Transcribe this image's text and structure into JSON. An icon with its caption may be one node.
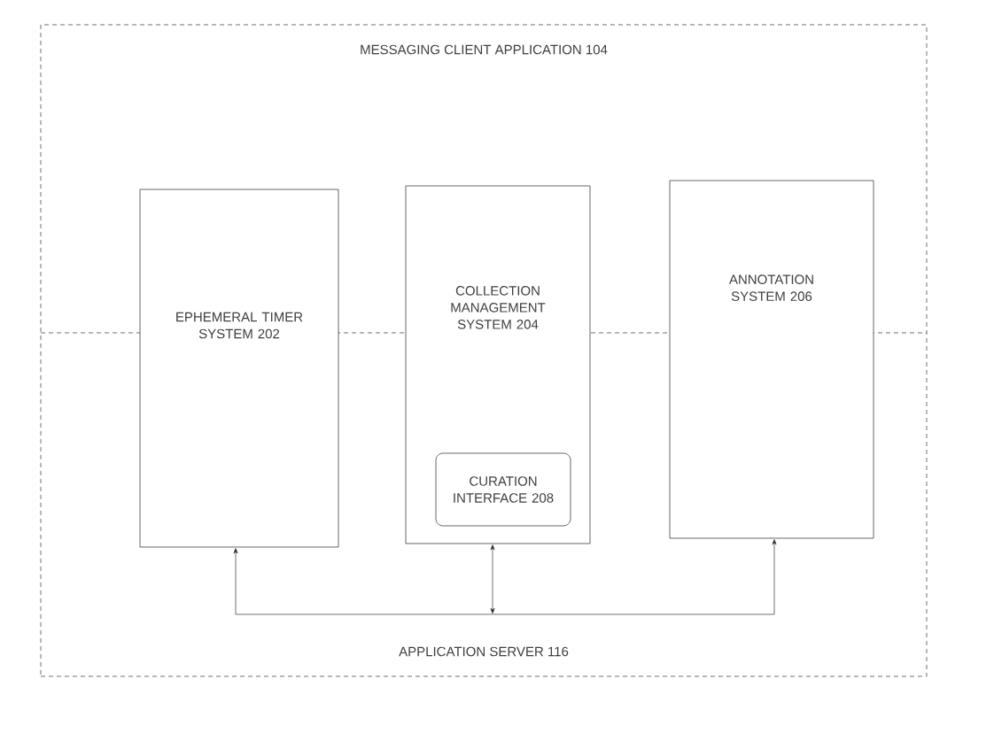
{
  "diagram": {
    "nodes": [
      {
        "text": [
          "MESSAGING CLIENT APPLICATION 104",
          "APPLICATION SERVER 116"
        ]
      },
      {
        "text": [
          "EPHEMERAL TIMER SYSTEM 202"
        ],
        "in": 0
      },
      {
        "text": [
          "COLLECTION MANAGEMENT SYSTEM 204"
        ],
        "in": 0
      },
      {
        "text": [
          "CURATION INTERFACE 208"
        ],
        "in": 2
      },
      {
        "text": [
          "ANNOTATION SYSTEM 206"
        ],
        "in": 0
      }
    ],
    "edges": [
      {
        "from": 1,
        "to": 2,
        "arrow": "both"
      },
      {
        "from": 2,
        "to": 4,
        "arrow": "both"
      },
      {
        "from": 1,
        "to": 4,
        "arrow": "both"
      }
    ]
  }
}
